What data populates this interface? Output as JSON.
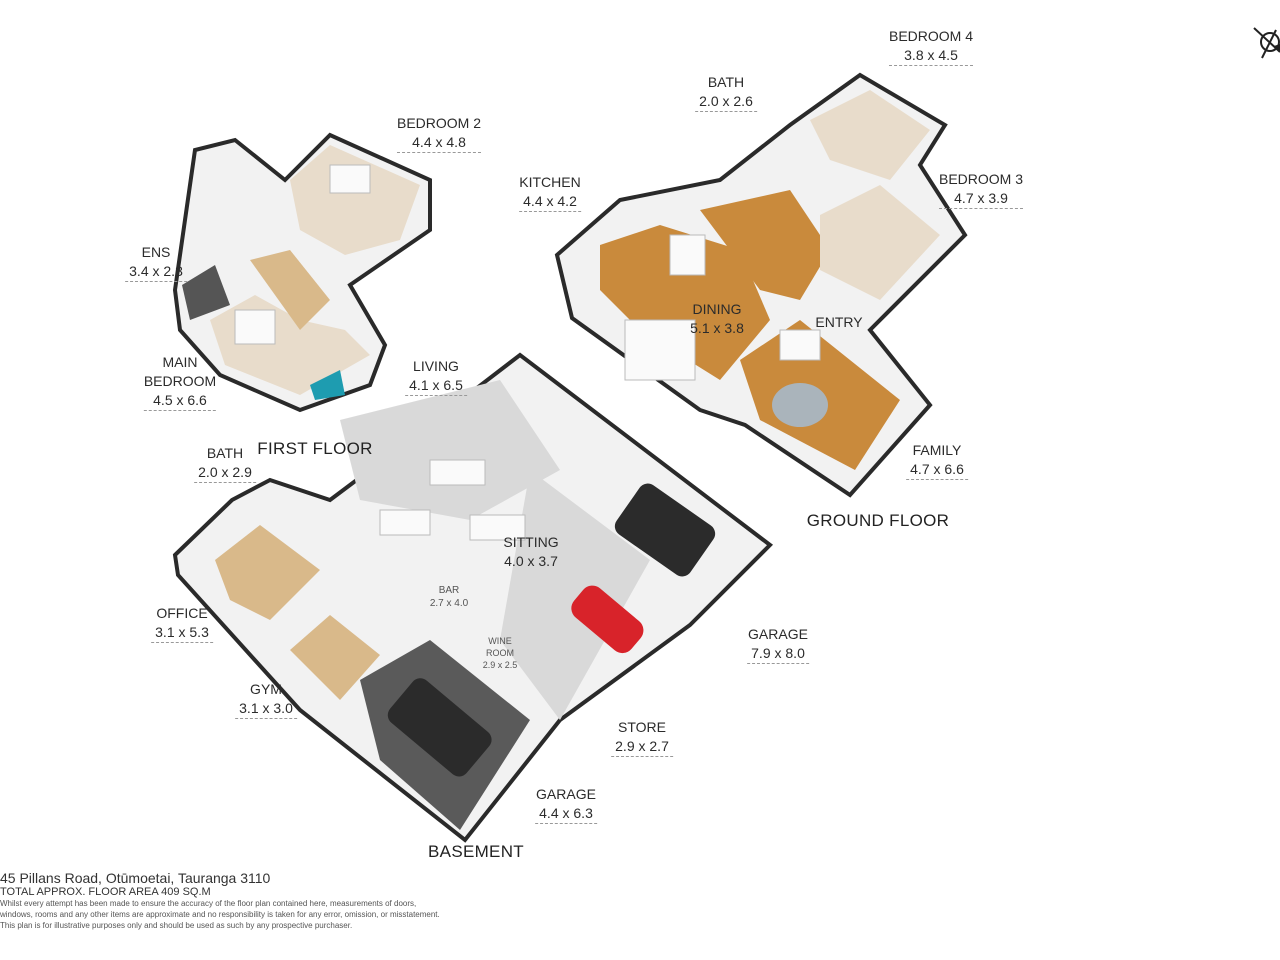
{
  "floors": {
    "first": "FIRST FLOOR",
    "ground": "GROUND FLOOR",
    "basement": "BASEMENT"
  },
  "rooms": {
    "bedroom4": {
      "name": "BEDROOM 4",
      "dim": "3.8 x 4.5"
    },
    "bath_ground": {
      "name": "BATH",
      "dim": "2.0 x 2.6"
    },
    "bedroom2": {
      "name": "BEDROOM 2",
      "dim": "4.4 x 4.8"
    },
    "kitchen": {
      "name": "KITCHEN",
      "dim": "4.4 x 4.2"
    },
    "bedroom3": {
      "name": "BEDROOM 3",
      "dim": "4.7 x 3.9"
    },
    "ens": {
      "name": "ENS",
      "dim": "3.4 x 2.3"
    },
    "dining": {
      "name": "DINING",
      "dim": "5.1 x 3.8"
    },
    "entry": {
      "name": "ENTRY"
    },
    "main_bedroom": {
      "name1": "MAIN",
      "name2": "BEDROOM",
      "dim": "4.5 x 6.6"
    },
    "living": {
      "name": "LIVING",
      "dim": "4.1 x 6.5"
    },
    "bath_basement": {
      "name": "BATH",
      "dim": "2.0 x 2.9"
    },
    "family": {
      "name": "FAMILY",
      "dim": "4.7 x 6.6"
    },
    "sitting": {
      "name": "SITTING",
      "dim": "4.0 x 3.7"
    },
    "bar": {
      "name": "BAR",
      "dim": "2.7 x 4.0"
    },
    "office": {
      "name": "OFFICE",
      "dim": "3.1 x 5.3"
    },
    "wine_room": {
      "name1": "WINE",
      "name2": "ROOM",
      "dim": "2.9 x 2.5"
    },
    "garage_large": {
      "name": "GARAGE",
      "dim": "7.9 x 8.0"
    },
    "gym": {
      "name": "GYM",
      "dim": "3.1 x 3.0"
    },
    "store": {
      "name": "STORE",
      "dim": "2.9 x 2.7"
    },
    "garage_small": {
      "name": "GARAGE",
      "dim": "4.4 x 6.3"
    }
  },
  "footer": {
    "address": "45 Pillans Road, Otūmoetai, Tauranga 3110",
    "total_area": "TOTAL APPROX. FLOOR AREA 409 SQ.M",
    "disclaimer1": "Whilst every attempt has been made to ensure the accuracy of the floor plan contained here, measurements of doors,",
    "disclaimer2": "windows, rooms and any other items are approximate and no responsibility is taken for any error, omission, or misstatement.",
    "disclaimer3": "This plan is for illustrative purposes only and should be used as such by any prospective purchaser."
  },
  "compass_icon": "north-arrow-icon",
  "colors": {
    "wall": "#2a2a2a",
    "floor_tile": "#d9d9d9",
    "wood": "#c98a3c",
    "light_wood": "#d9b98a",
    "carpet": "#e8dccb"
  }
}
